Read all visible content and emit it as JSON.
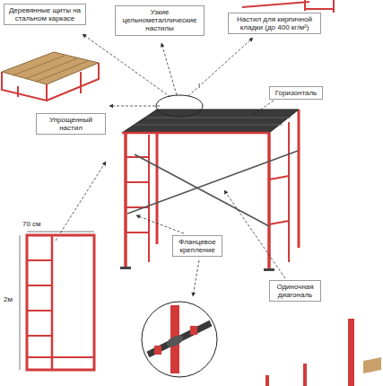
{
  "diagram": {
    "nodes": [
      {
        "text": [
          "Деревянные щиты на стальном каркасе"
        ]
      },
      {
        "text": [
          "Узкие цельнометаллические настилы"
        ]
      },
      {
        "text": [
          "Настил для кирпичной кладки (до 400 кг/м²)"
        ]
      },
      {
        "text": [
          "Горизонталь"
        ]
      },
      {
        "text": [
          "Упрощенный настил"
        ]
      },
      {
        "text": [
          "Фланцевое крепление"
        ]
      },
      {
        "text": [
          "Одиночная диагональ"
        ]
      }
    ],
    "edges": [],
    "labels": [
      "I",
      "70 см",
      "2м"
    ]
  }
}
